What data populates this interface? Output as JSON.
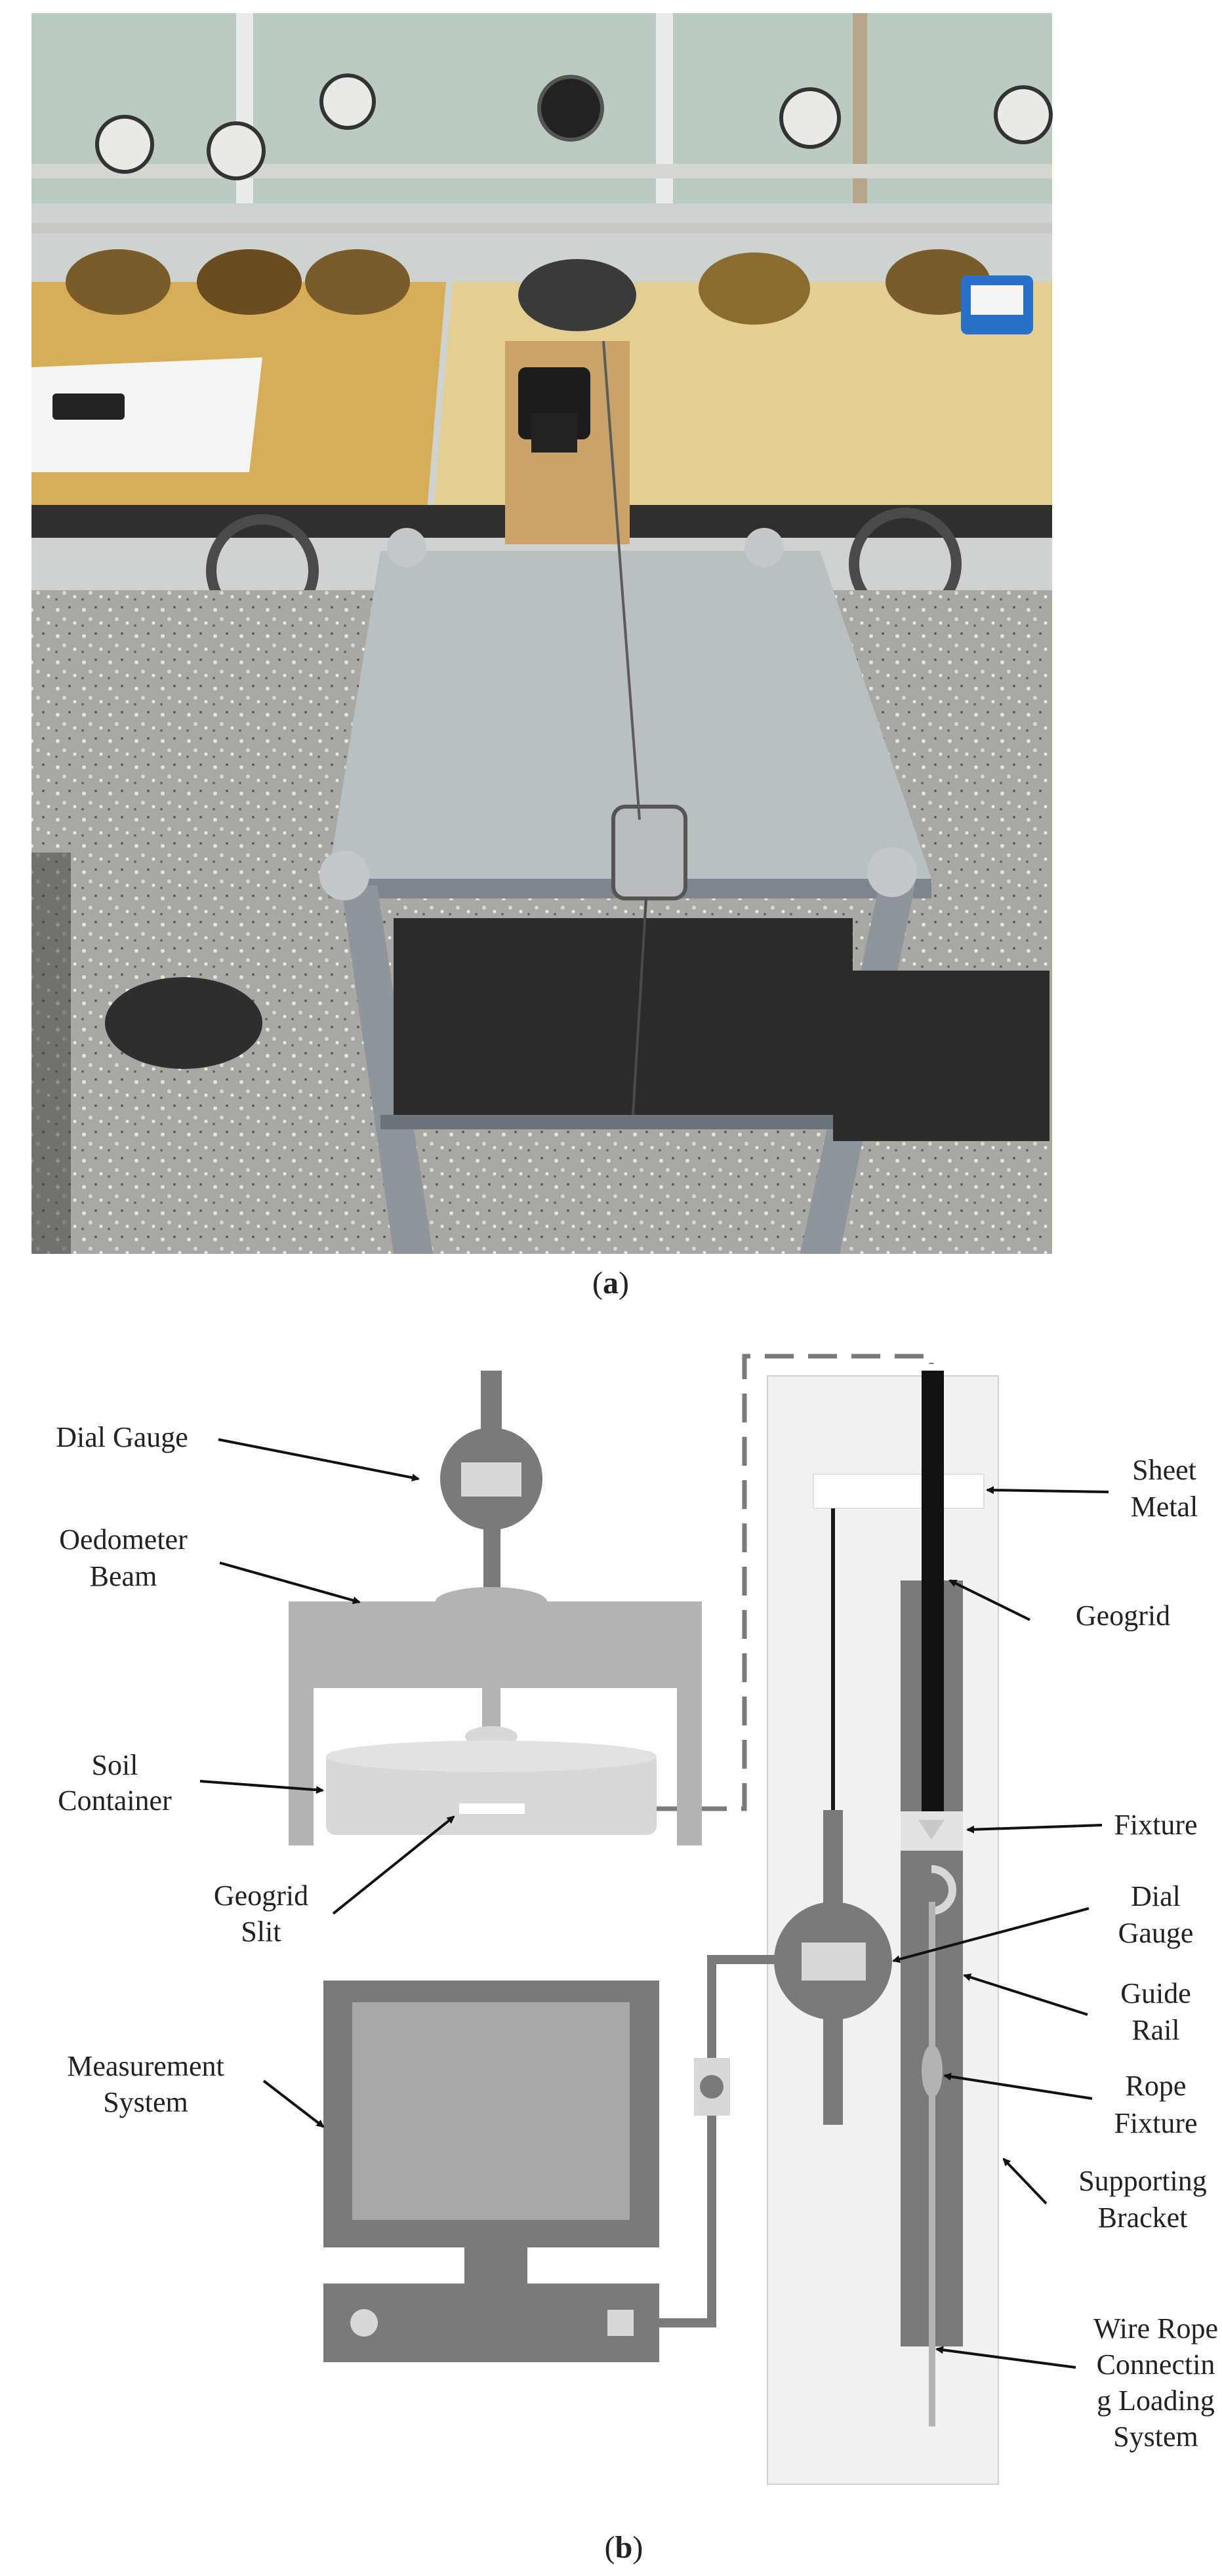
{
  "photo_panel": {
    "caption_open": "(",
    "caption_letter": "a",
    "caption_close": ")",
    "description": ""
  },
  "diagram_panel": {
    "caption_open": "(",
    "caption_letter": "b",
    "caption_close": ")",
    "labels": {
      "dial_gauge_left": "Dial Gauge",
      "oedometer_beam_1": "Oedometer",
      "oedometer_beam_2": "Beam",
      "soil_container_1": "Soil",
      "soil_container_2": "Container",
      "geogrid_slit_1": "Geogrid",
      "geogrid_slit_2": "Slit",
      "measurement_system_1": "Measurement",
      "measurement_system_2": "System",
      "sheet_metal_1": "Sheet",
      "sheet_metal_2": "Metal",
      "geogrid": "Geogrid",
      "fixture": "Fixture",
      "dial_gauge_right_1": "Dial",
      "dial_gauge_right_2": "Gauge",
      "guide_rail_1": "Guide",
      "guide_rail_2": "Rail",
      "rope_fixture_1": "Rope",
      "rope_fixture_2": "Fixture",
      "supporting_bracket_1": "Supporting",
      "supporting_bracket_2": "Bracket",
      "wire_rope_1": "Wire Rope",
      "wire_rope_2": "Connectin",
      "wire_rope_3": "g Loading",
      "wire_rope_4": "System"
    }
  },
  "colors": {
    "dark_gray": "#7a7a7a",
    "light_gray": "#b3b3b3",
    "pale_gray": "#d8d8d8",
    "bracket_bg": "#f1f1f1",
    "black": "#111111"
  }
}
